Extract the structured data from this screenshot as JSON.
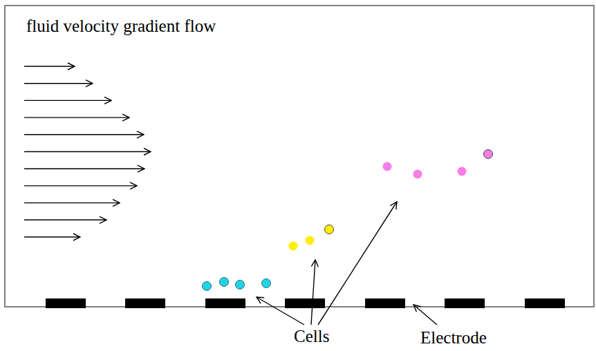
{
  "diagram": {
    "labels": [
      "fluid velocity gradient flow",
      "Cells",
      "Electrode"
    ]
  }
}
